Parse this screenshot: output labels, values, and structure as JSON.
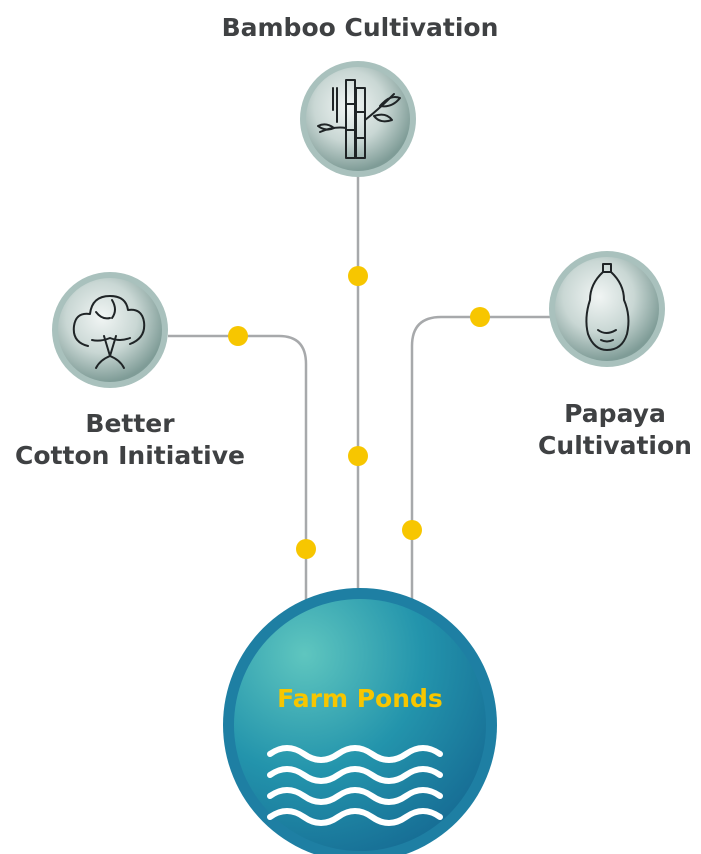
{
  "nodes": {
    "bamboo": {
      "label": "Bamboo Cultivation",
      "icon": "bamboo-icon"
    },
    "cotton": {
      "label_line1": "Better",
      "label_line2": "Cotton Initiative",
      "icon": "cotton-icon"
    },
    "papaya": {
      "label_line1": "Papaya",
      "label_line2": "Cultivation",
      "icon": "papaya-icon"
    }
  },
  "center": {
    "label": "Farm Ponds",
    "icon": "water-waves-icon"
  },
  "colors": {
    "connector": "#a7a9ab",
    "dot": "#f7c600",
    "label_text": "#3f4143",
    "center_label": "#f7c600",
    "center_fill": "#1f84a6",
    "node_fill": "#9fb7b3"
  }
}
